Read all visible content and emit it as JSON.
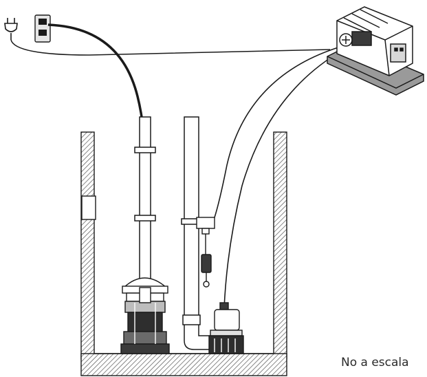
{
  "scale_note": "No a escala",
  "components": {
    "plug": "power-plug-icon",
    "outlet": "wall-outlet-icon",
    "battery_unit": "backup-battery-box",
    "main_pump": "primary-sump-pump",
    "backup_pump": "backup-sump-pump",
    "float_switch": "float-switch",
    "sump_pit": "sump-pit"
  },
  "colors": {
    "line": "#1a1a1a",
    "hatch": "#555555",
    "background": "#ffffff"
  }
}
